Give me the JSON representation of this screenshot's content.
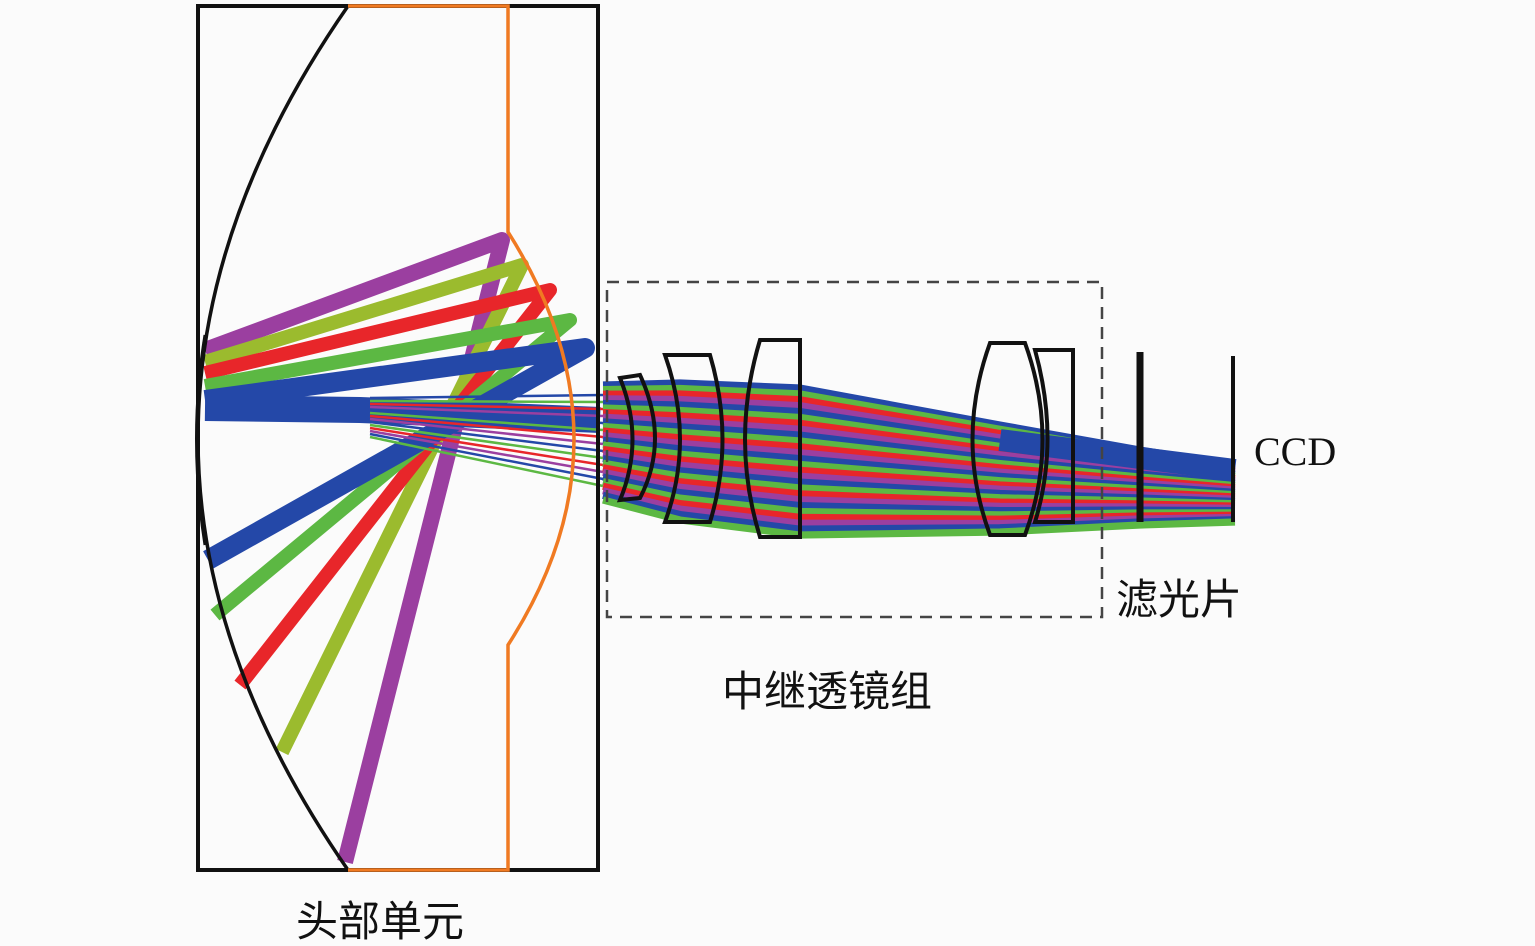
{
  "labels": {
    "ccd": "CCD",
    "filter": "滤光片",
    "relay_lens_group": "中继透镜组",
    "head_unit": "头部单元"
  },
  "colors": {
    "outline": "#111111",
    "mirror": "#f07a22",
    "rays": [
      "#2448a8",
      "#5cb843",
      "#e8262a",
      "#9b3fa0",
      "#9bbb2e"
    ]
  }
}
